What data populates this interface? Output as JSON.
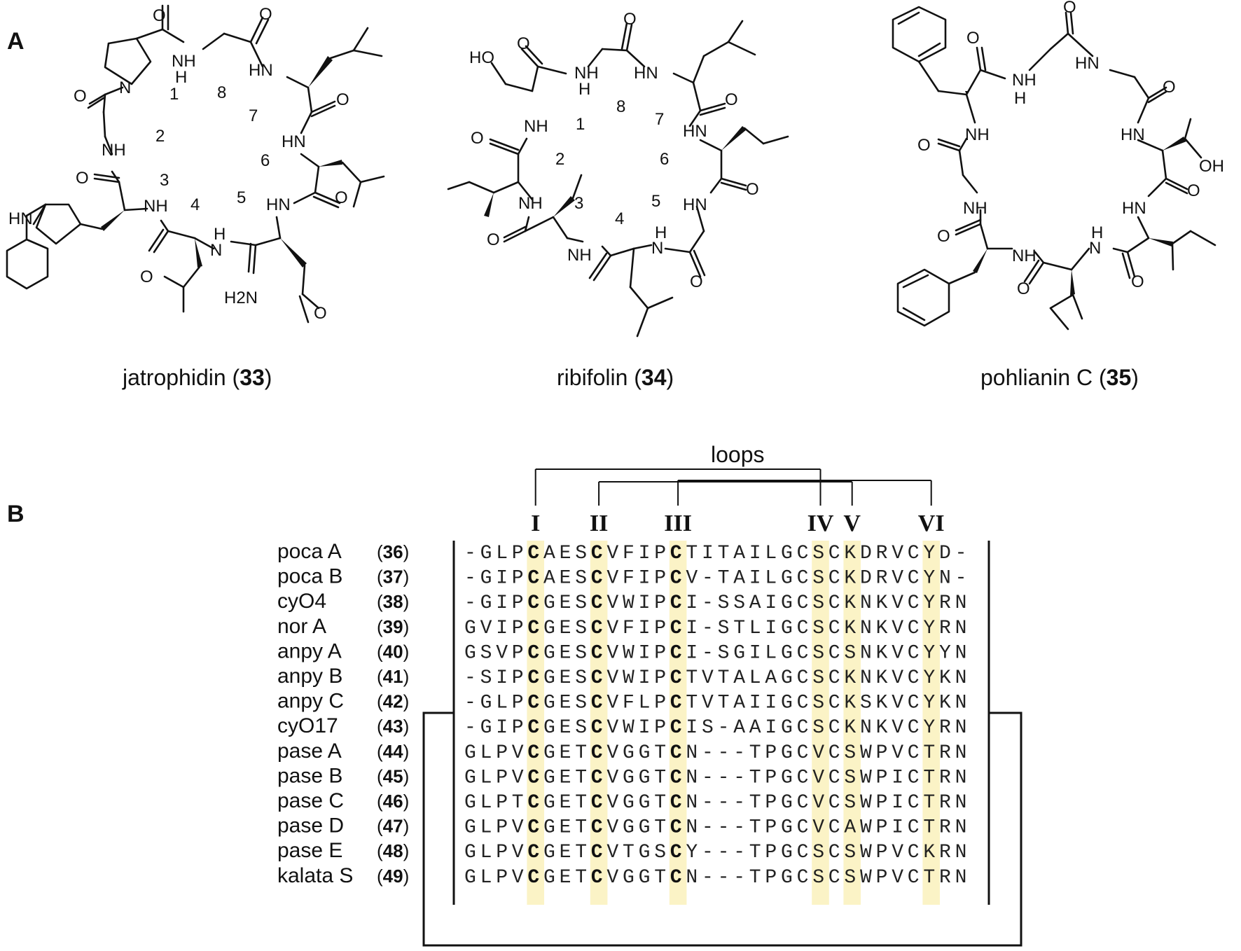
{
  "panel_a": {
    "label": "A",
    "compounds": [
      {
        "name": "jatrophidin",
        "number": "33"
      },
      {
        "name": "ribifolin",
        "number": "34"
      },
      {
        "name": "pohlianin C",
        "number": "35"
      }
    ]
  },
  "panel_b": {
    "label": "B",
    "loops_title": "loops",
    "loop_labels": [
      "I",
      "II",
      "III",
      "IV",
      "V",
      "VI"
    ],
    "cysteine_columns": [
      4,
      8,
      13,
      22,
      24,
      29
    ],
    "highlight_color": "#fbf3c6",
    "rows": [
      {
        "name": "poca A",
        "number": "36",
        "seq": "-GLPCAESCVFIPCTITAILGCSCKDRVCYD-"
      },
      {
        "name": "poca B",
        "number": "37",
        "seq": "-GIPCAESCVFIPCV-TAILGCSCKDRVCYN-"
      },
      {
        "name": "cyO4",
        "number": "38",
        "seq": "-GIPCGESCVWIPCI-SSAIGCSCKNKVCYRN"
      },
      {
        "name": "nor A",
        "number": "39",
        "seq": "GVIPCGESCVFIPCI-STLIGCSCKNKVCYRN"
      },
      {
        "name": "anpy A",
        "number": "40",
        "seq": "GSVPCGESCVWIPCI-SGILGCSCSNKVCYYN"
      },
      {
        "name": "anpy B",
        "number": "41",
        "seq": "-SIPCGESCVWIPCTVTALAGCSCKNKVCYKN"
      },
      {
        "name": "anpy C",
        "number": "42",
        "seq": "-GLPCGESCVFLPCTVTAIIGCSCKSKVCYKN"
      },
      {
        "name": "cyO17",
        "number": "43",
        "seq": "-GIPCGESCVWIPCIS-AAIGCSCKNKVCYRN"
      },
      {
        "name": "pase A",
        "number": "44",
        "seq": "GLPVCGETCVGGTCN---TPGCVCSWPVCTRN"
      },
      {
        "name": "pase B",
        "number": "45",
        "seq": "GLPVCGETCVGGTCN---TPGCVCSWPICTRN"
      },
      {
        "name": "pase C",
        "number": "46",
        "seq": "GLPTCGETCVGGTCN---TPGCVCSWPICTRN"
      },
      {
        "name": "pase D",
        "number": "47",
        "seq": "GLPVCGETCVGGTCN---TPGCVCAWPICTRN"
      },
      {
        "name": "pase E",
        "number": "48",
        "seq": "GLPVCGETCVTGSCY---TPGCSCSWPVCKRN"
      },
      {
        "name": "kalata S",
        "number": "49",
        "seq": "GLPVCGETCVGGTCN---TPGCSCSWPVCTRN"
      }
    ]
  },
  "atoms": {
    "jatrophidin": [
      "N",
      "O",
      "NH",
      "H",
      "HN",
      "HN",
      "HN",
      "NH",
      "O",
      "O",
      "O",
      "O",
      "O",
      "HN",
      "H2N",
      "H",
      "N",
      "O",
      "O",
      "1",
      "2",
      "3",
      "4",
      "5",
      "6",
      "7",
      "8"
    ],
    "ribifolin": [
      "HO",
      "O",
      "O",
      "HN",
      "NH",
      "H",
      "O",
      "HN",
      "NH",
      "O",
      "O",
      "HN",
      "NH",
      "O",
      "NH",
      "H",
      "N",
      "O",
      "1",
      "2",
      "3",
      "4",
      "5",
      "6",
      "7",
      "8"
    ],
    "pohlianin_c": [
      "O",
      "O",
      "NH",
      "H",
      "HN",
      "O",
      "HN",
      "OH",
      "NH",
      "O",
      "HN",
      "O",
      "NH",
      "H",
      "N",
      "NH",
      "O",
      "O",
      "O"
    ]
  }
}
